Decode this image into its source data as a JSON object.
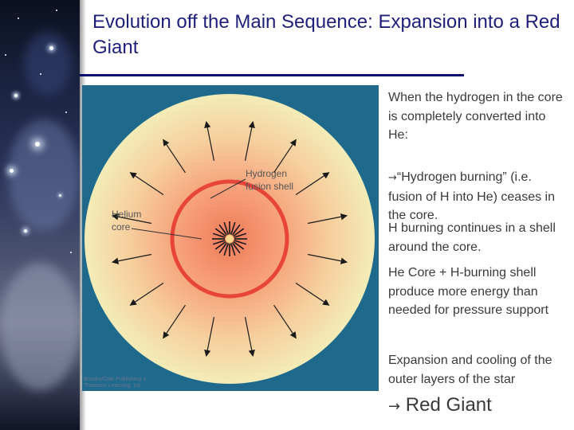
{
  "slide": {
    "title": "Evolution off the Main Sequence: Expansion into a Red Giant"
  },
  "diagram": {
    "labels": {
      "hydrogen_shell": [
        "Hydrogen",
        "fusion shell"
      ],
      "helium_core": [
        "Helium",
        "core"
      ]
    },
    "credit": [
      "Brooks/Cole Publishing a",
      "Thomson Learning, Inc."
    ],
    "colors": {
      "background": "#1f6a8c",
      "outer": "#f3e9b8",
      "inner": "#f48a64",
      "shell": "#e8453a"
    }
  },
  "text": {
    "p1": "When the hydrogen in the core is completely converted into He:",
    "p2_arrow": "→",
    "p2": "“Hydrogen burning” (i.e. fusion of H into He) ceases in the core.",
    "p3": "H burning continues in a shell around the core.",
    "p4": "He Core + H-burning shell produce more energy than needed for pressure support",
    "p5": "Expansion and cooling of the outer layers of the star",
    "p6_arrow": "→",
    "p6": "Red Giant"
  }
}
